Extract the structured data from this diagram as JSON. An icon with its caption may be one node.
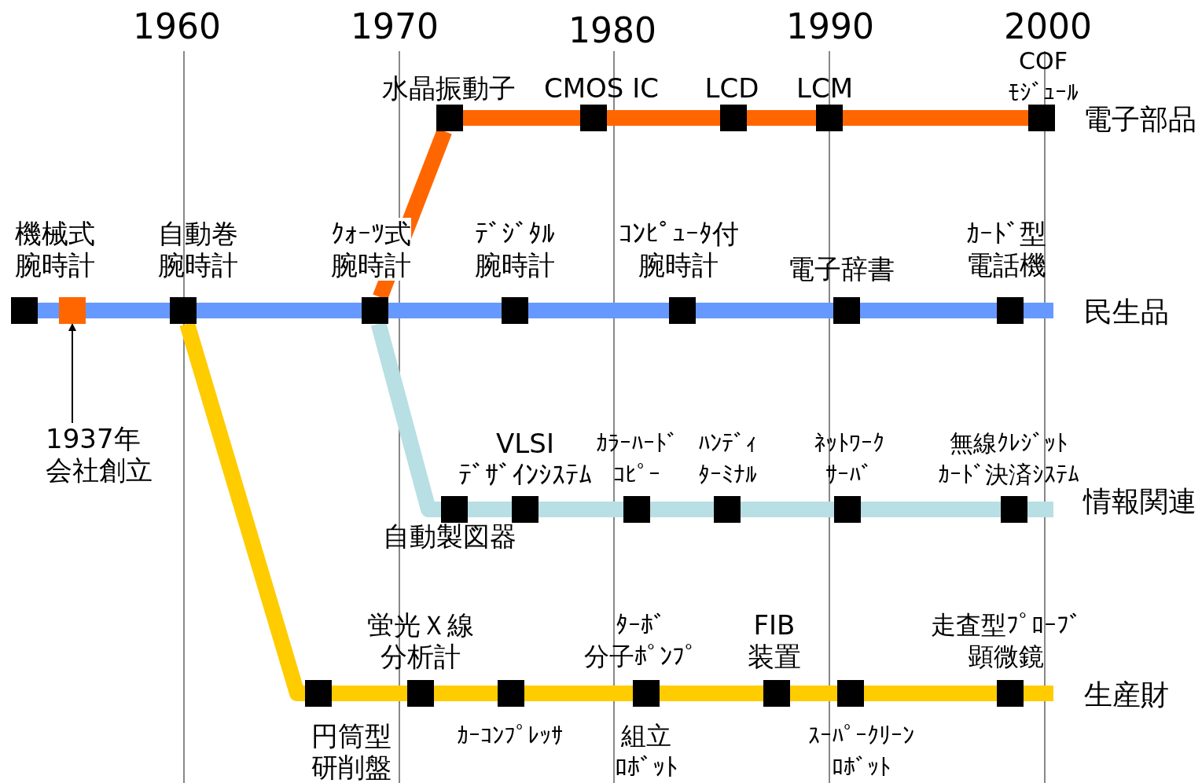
{
  "diagram": {
    "nodes": [
      {
        "text": [
          "水晶振動子"
        ]
      },
      {
        "text": [
          "CMOS IC"
        ]
      },
      {
        "text": [
          "LCD"
        ]
      },
      {
        "text": [
          "LCM"
        ]
      },
      {
        "text": [
          "COF ﾓｼﾞｭｰﾙ"
        ]
      },
      {
        "text": [
          "機械式腕時計"
        ]
      },
      {
        "text": [],
        "shape": "box"
      },
      {
        "text": [
          "自動巻腕時計"
        ]
      },
      {
        "text": [
          "ｸｫｰﾂ式腕時計"
        ]
      },
      {
        "text": [
          "ﾃﾞｼﾞﾀﾙ腕時計"
        ]
      },
      {
        "text": [
          "ｺﾝﾋﾟｭｰﾀ付腕時計"
        ]
      },
      {
        "text": [
          "電子辞書"
        ]
      },
      {
        "text": [
          "ｶｰﾄﾞ型電話機"
        ]
      },
      {
        "text": [
          "1937年会社創立"
        ]
      },
      {
        "text": [
          "自動製図器"
        ]
      },
      {
        "text": [
          "VLSI ﾃﾞｻﾞｲﾝｼｽﾃﾑ"
        ]
      },
      {
        "text": [
          "ｶﾗｰﾊｰﾄﾞｺﾋﾟｰ"
        ]
      },
      {
        "text": [
          "ﾊﾝﾃﾞｨﾀｰﾐﾅﾙ"
        ]
      },
      {
        "text": [
          "ﾈｯﾄﾜｰｸｻｰﾊﾞ"
        ]
      },
      {
        "text": [
          "無線ｸﾚｼﾞｯﾄｶｰﾄﾞ決済ｼｽﾃﾑ"
        ]
      },
      {
        "text": [
          "円筒型研削盤"
        ]
      },
      {
        "text": [
          "蛍光Ｘ線分析計"
        ]
      },
      {
        "text": [
          "ｶｰｺﾝﾌﾟﾚｯｻ"
        ]
      },
      {
        "text": [
          "ﾀｰﾎﾞ分子ﾎﾟﾝﾌﾟ",
          "組立ﾛﾎﾞｯﾄ"
        ]
      },
      {
        "text": [
          "FIB装置"
        ]
      },
      {
        "text": [
          "ｽｰﾊﾟｰｸﾘｰﾝﾛﾎﾞｯﾄ"
        ]
      },
      {
        "text": [
          "走査型ﾌﾟﾛｰﾌﾞ顕微鏡"
        ]
      }
    ],
    "edges": [
      {
        "from": 8,
        "to": 0,
        "arrow": "none",
        "color": "#ff6600"
      },
      {
        "from": 0,
        "to": 1,
        "arrow": "none",
        "color": "#ff6600"
      },
      {
        "from": 1,
        "to": 2,
        "arrow": "none",
        "color": "#ff6600"
      },
      {
        "from": 2,
        "to": 3,
        "arrow": "none",
        "color": "#ff6600"
      },
      {
        "from": 3,
        "to": 4,
        "arrow": "none",
        "color": "#ff6600"
      },
      {
        "from": 5,
        "to": 6,
        "arrow": "none",
        "color": "#6699ff"
      },
      {
        "from": 6,
        "to": 7,
        "arrow": "none",
        "color": "#6699ff"
      },
      {
        "from": 7,
        "to": 8,
        "arrow": "none",
        "color": "#6699ff"
      },
      {
        "from": 8,
        "to": 9,
        "arrow": "none",
        "color": "#6699ff"
      },
      {
        "from": 9,
        "to": 10,
        "arrow": "none",
        "color": "#6699ff"
      },
      {
        "from": 10,
        "to": 11,
        "arrow": "none",
        "color": "#6699ff"
      },
      {
        "from": 11,
        "to": 12,
        "arrow": "none",
        "color": "#6699ff"
      },
      {
        "from": 8,
        "to": 14,
        "arrow": "none",
        "color": "#b8dfe3"
      },
      {
        "from": 14,
        "to": 15,
        "arrow": "none",
        "color": "#b8dfe3"
      },
      {
        "from": 15,
        "to": 16,
        "arrow": "none",
        "color": "#b8dfe3"
      },
      {
        "from": 16,
        "to": 17,
        "arrow": "none",
        "color": "#b8dfe3"
      },
      {
        "from": 17,
        "to": 18,
        "arrow": "none",
        "color": "#b8dfe3"
      },
      {
        "from": 18,
        "to": 19,
        "arrow": "none",
        "color": "#b8dfe3"
      },
      {
        "from": 7,
        "to": 20,
        "arrow": "none",
        "color": "#ffcc00"
      },
      {
        "from": 20,
        "to": 21,
        "arrow": "none",
        "color": "#ffcc00"
      },
      {
        "from": 21,
        "to": 22,
        "arrow": "none",
        "color": "#ffcc00"
      },
      {
        "from": 22,
        "to": 23,
        "arrow": "none",
        "color": "#ffcc00"
      },
      {
        "from": 23,
        "to": 24,
        "arrow": "none",
        "color": "#ffcc00"
      },
      {
        "from": 24,
        "to": 25,
        "arrow": "none",
        "color": "#ffcc00"
      },
      {
        "from": 25,
        "to": 26,
        "arrow": "none",
        "color": "#ffcc00"
      },
      {
        "from": 13,
        "to": 6,
        "arrow": "to",
        "color": "#000000"
      }
    ],
    "labels": [
      "1960",
      "1970",
      "1980",
      "1990",
      "2000",
      "電子部品",
      "民生品",
      "情報関連",
      "生産財"
    ]
  }
}
